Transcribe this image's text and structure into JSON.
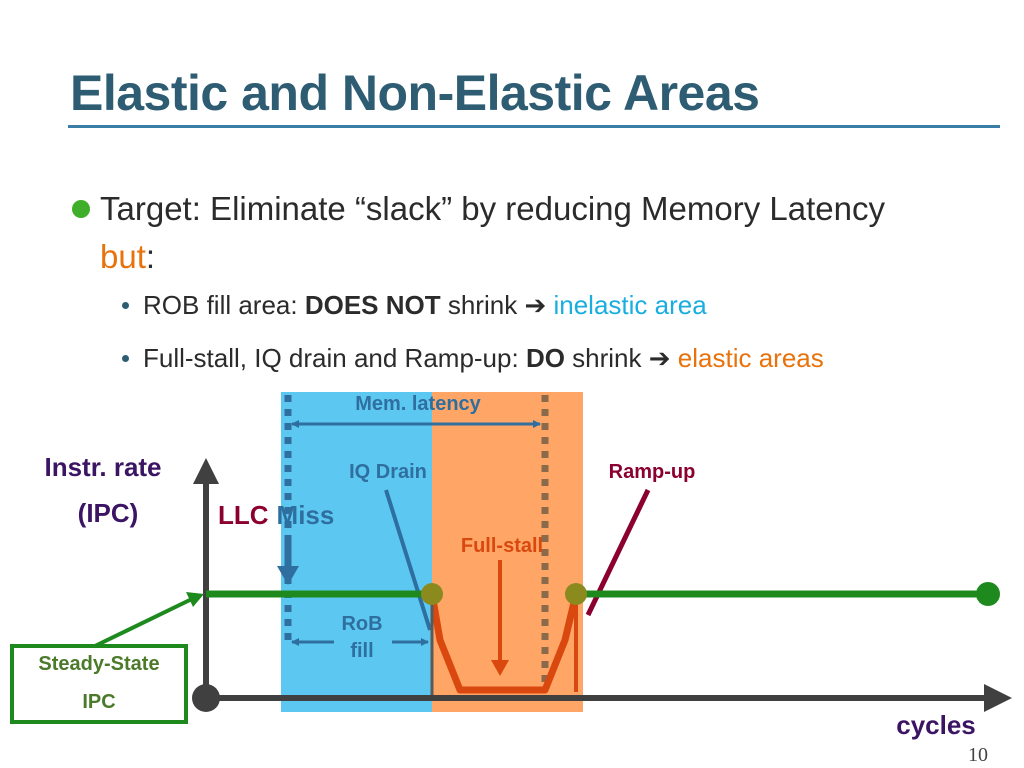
{
  "slide": {
    "title": "Elastic and Non-Elastic Areas",
    "page_number": "10"
  },
  "bullets": {
    "main": {
      "text": "Target: Eliminate “slack” by reducing Memory Latency ",
      "highlight": "but",
      "suffix": ":"
    },
    "sub1": {
      "prefix": "ROB fill area: ",
      "bold": "DOES NOT",
      "middle": " shrink ",
      "arrow": "➔",
      "highlight": "inelastic area"
    },
    "sub2": {
      "prefix": "Full-stall, IQ drain and Ramp-up: ",
      "bold": "DO",
      "middle": " shrink ",
      "arrow": "➔",
      "highlight": "elastic areas"
    }
  },
  "diagram": {
    "y_axis_label_line1": "Instr. rate",
    "y_axis_label_line2": "(IPC)",
    "x_axis_label": "cycles",
    "mem_latency_label": "Mem. latency",
    "iq_drain_label": "IQ Drain",
    "ramp_up_label": "Ramp-up",
    "llc_label": "LLC",
    "miss_label": "Miss",
    "full_stall_label": "Full-stall",
    "rob_fill_line1": "RoB",
    "rob_fill_line2": "fill",
    "steady_state_line1": "Steady-State",
    "steady_state_line2": "IPC",
    "colors": {
      "inelastic_area": "#5cc8f2",
      "elastic_area": "#ffa566",
      "ipc_line": "#1e8a1e",
      "stall_curve": "#d9480f",
      "axis": "#404040",
      "label_purple": "#3c1464",
      "label_maroon": "#8b0030"
    }
  }
}
